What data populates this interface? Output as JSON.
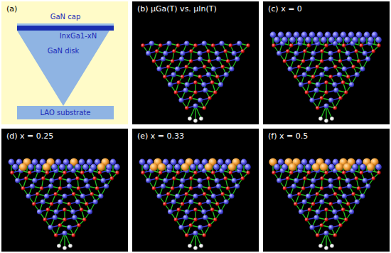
{
  "diagram": {
    "nodes": [
      {
        "text": [
          "GaN cap"
        ]
      },
      {
        "text": [
          "InxGa1-xN"
        ]
      },
      {
        "text": [
          "GaN disk"
        ]
      },
      {
        "text": [
          "LAO substrate"
        ]
      }
    ],
    "labels": [
      "(a)",
      "(b) μGa(T) vs. μIn(T)",
      "(c) x = 0",
      "(d) x = 0.25",
      "(e) x = 0.33",
      "(f) x = 0.5"
    ]
  }
}
